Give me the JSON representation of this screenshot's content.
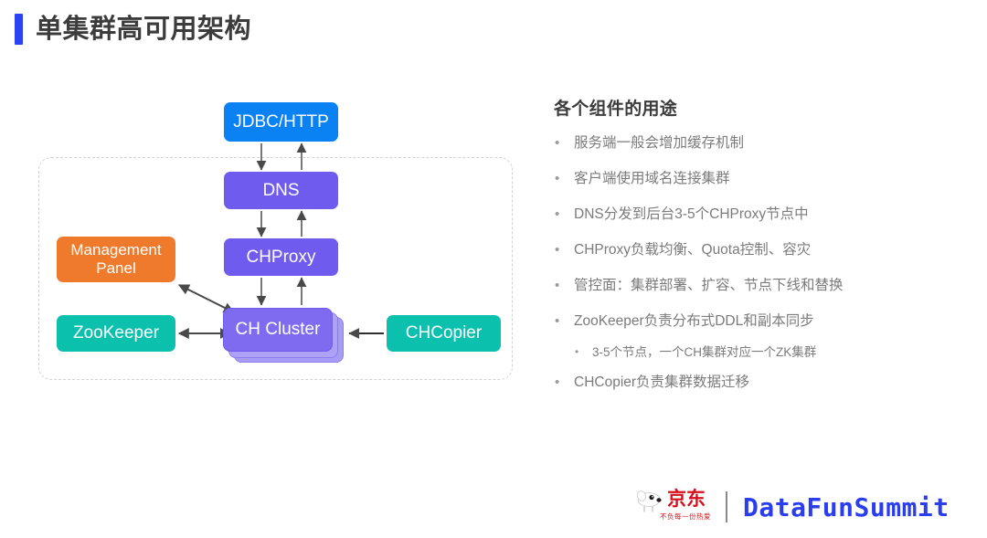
{
  "slide": {
    "title": "单集群高可用架构",
    "accent_color": "#2a44f3"
  },
  "diagram": {
    "nodes": [
      {
        "id": "jdbc",
        "label": "JDBC/HTTP",
        "color": "#0b82f4"
      },
      {
        "id": "dns",
        "label": "DNS",
        "color": "#6f5bee"
      },
      {
        "id": "chproxy",
        "label": "CHProxy",
        "color": "#6f5bee"
      },
      {
        "id": "mgmt",
        "label": "Management Panel",
        "color": "#ef7a2c"
      },
      {
        "id": "zk",
        "label": "ZooKeeper",
        "color": "#0cc0ae"
      },
      {
        "id": "cluster",
        "label": "CH Cluster",
        "color": "#7f6bf0"
      },
      {
        "id": "chcopier",
        "label": "CHCopier",
        "color": "#0cc0ae"
      }
    ]
  },
  "notes": {
    "heading": "各个组件的用途",
    "bullets": [
      {
        "text": "服务端一般会增加缓存机制",
        "level": 1
      },
      {
        "text": "客户端使用域名连接集群",
        "level": 1
      },
      {
        "text": "DNS分发到后台3-5个CHProxy节点中",
        "level": 1
      },
      {
        "text": "CHProxy负载均衡、Quota控制、容灾",
        "level": 1
      },
      {
        "text": "管控面：集群部署、扩容、节点下线和替换",
        "level": 1
      },
      {
        "text": "ZooKeeper负责分布式DDL和副本同步",
        "level": 1
      },
      {
        "text": "3-5个节点，一个CH集群对应一个ZK集群",
        "level": 2
      },
      {
        "text": "CHCopier负责集群数据迁移",
        "level": 1
      }
    ],
    "bullet_marker": "•"
  },
  "footer": {
    "jd_word": "京东",
    "jd_tagline": "不负每一份热爱",
    "datafun": "DataFunSummit",
    "jd_color": "#d5101a",
    "datafun_color": "#2a3ef0"
  }
}
